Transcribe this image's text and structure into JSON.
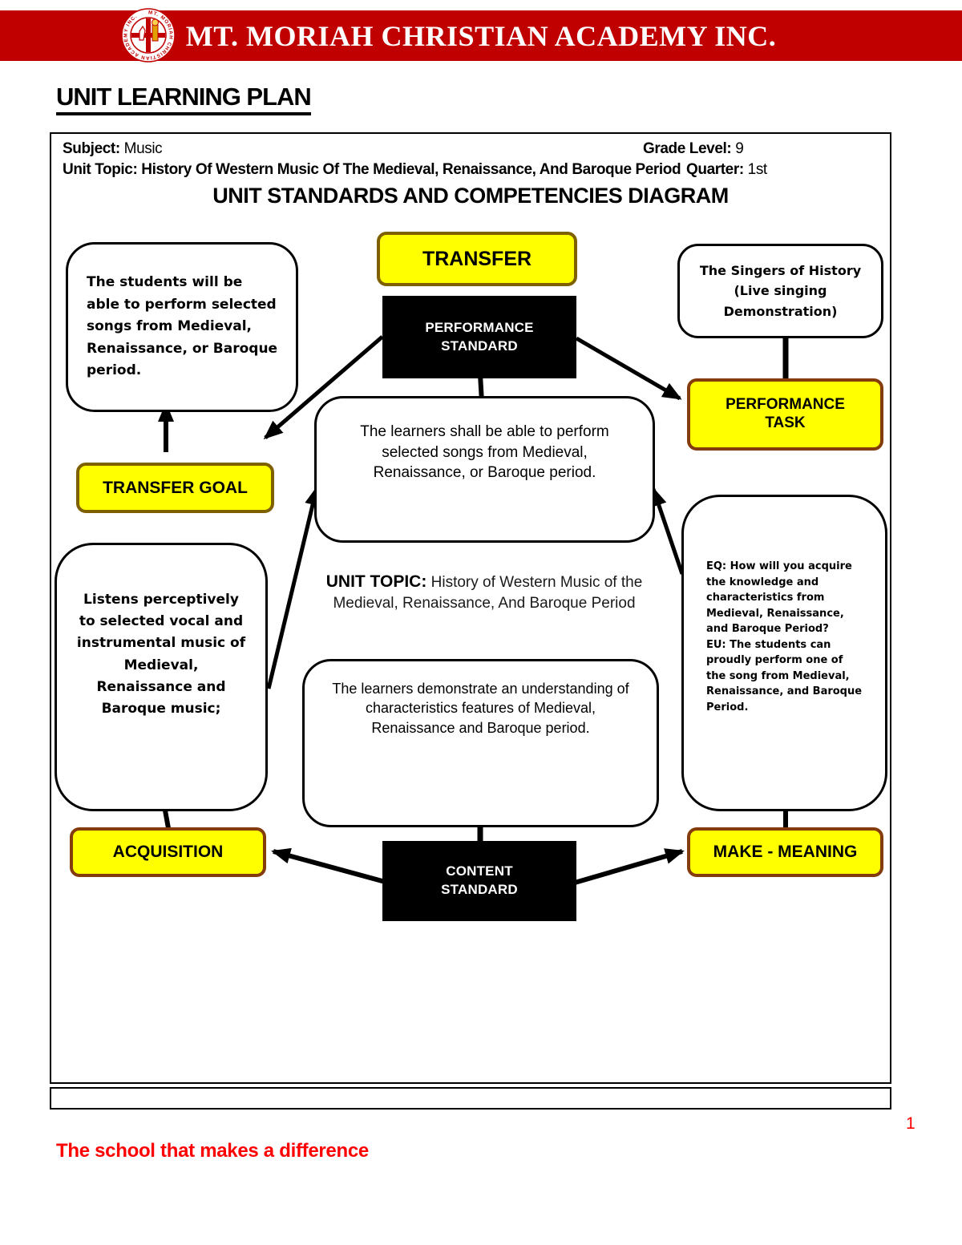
{
  "page": {
    "header": {
      "school_name": "MT. MORIAH CHRISTIAN ACADEMY INC.",
      "seal_text": "MT. MORIAH CHRISTIAN ACADEMY INC."
    },
    "doc_title": "UNIT LEARNING PLAN",
    "meta": {
      "subject_label": "Subject:",
      "subject_value": "Music",
      "grade_label": "Grade Level:",
      "grade_value": "9",
      "topic_label": "Unit Topic:",
      "topic_value": "History Of Western Music Of The Medieval, Renaissance, And Baroque Period",
      "quarter_label": "Quarter:",
      "quarter_value": "1st"
    },
    "diagram": {
      "title": "UNIT STANDARDS AND COMPETENCIES DIAGRAM",
      "transfer_label": "TRANSFER",
      "performance_standard_label": "PERFORMANCE STANDARD",
      "transfer_goal_label": "TRANSFER GOAL",
      "performance_task_label": "PERFORMANCE TASK",
      "acquisition_label": "ACQUISITION",
      "content_standard_label": "CONTENT STANDARD",
      "make_meaning_label": "MAKE - MEANING",
      "transfer_goal_text": "The students will be able to perform selected songs from Medieval, Renaissance, or Baroque period.",
      "performance_task_text": "The Singers of History (Live singing Demonstration)",
      "performance_standard_text": "The learners shall be able to perform selected songs from Medieval, Renaissance, or Baroque period.",
      "unit_topic_label": "UNIT TOPIC:",
      "unit_topic_text": " History of Western Music of the Medieval, Renaissance, And Baroque Period",
      "content_standard_text": "The learners demonstrate an understanding of characteristics features of Medieval, Renaissance and Baroque period.",
      "acquisition_text": "Listens perceptively to selected vocal and instrumental music of Medieval, Renaissance and Baroque music;",
      "eq_text": "EQ: How will you acquire the knowledge and characteristics from Medieval, Renaissance, and Baroque Period?",
      "eu_text": "EU: The students can proudly perform one of the song from Medieval, Renaissance, and Baroque Period."
    },
    "footer": {
      "page_number": "1",
      "tagline": "The school that makes a difference"
    },
    "colors": {
      "banner_red": "#C00000",
      "accent_yellow": "#FFFF00",
      "yellow_border_olive": "#7F6000",
      "yellow_border_brown": "#843C0C",
      "footer_red": "#FF0000"
    }
  }
}
